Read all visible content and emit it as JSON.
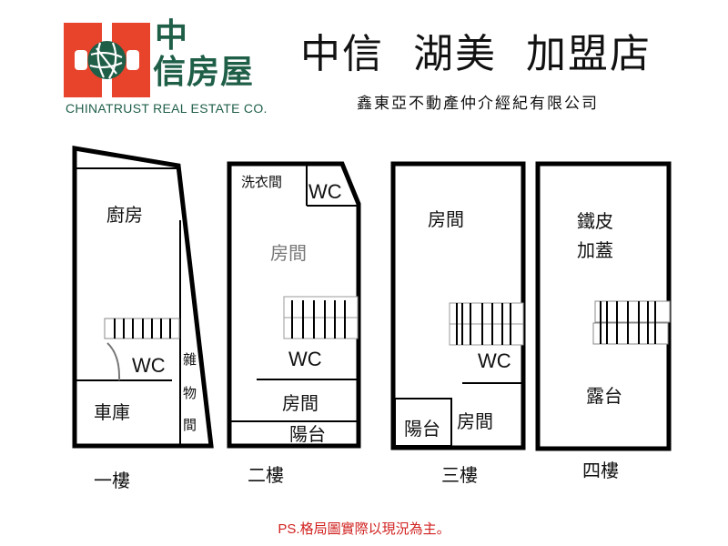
{
  "header": {
    "logo": {
      "brand_zh_line1": "中",
      "brand_zh_line2": "信房屋",
      "brand_en": "CHINATRUST REAL ESTATE CO.",
      "colors": {
        "red": "#e8432b",
        "green": "#1f5f48"
      }
    },
    "store_title": "中信  湖美  加盟店",
    "company_name": "鑫東亞不動產仲介經紀有限公司"
  },
  "floors": [
    {
      "label": "一樓",
      "rooms": {
        "kitchen": "廚房",
        "wc": "WC",
        "garage": "車庫",
        "storage": [
          "雜",
          "物",
          "間"
        ]
      }
    },
    {
      "label": "二樓",
      "rooms": {
        "laundry": "洗衣間",
        "wc_top": "WC",
        "room_main": "房間",
        "wc": "WC",
        "room_front": "房間",
        "balcony": "陽台"
      }
    },
    {
      "label": "三樓",
      "rooms": {
        "room_main": "房間",
        "wc": "WC",
        "balcony": "陽台",
        "room_front": "房間"
      }
    },
    {
      "label": "四樓",
      "rooms": {
        "addition": [
          "鐵皮",
          "加蓋"
        ],
        "terrace": "露台"
      }
    }
  ],
  "footer": {
    "note_prefix": "PS.",
    "note_text": "格局圖實際以現況為主。"
  }
}
